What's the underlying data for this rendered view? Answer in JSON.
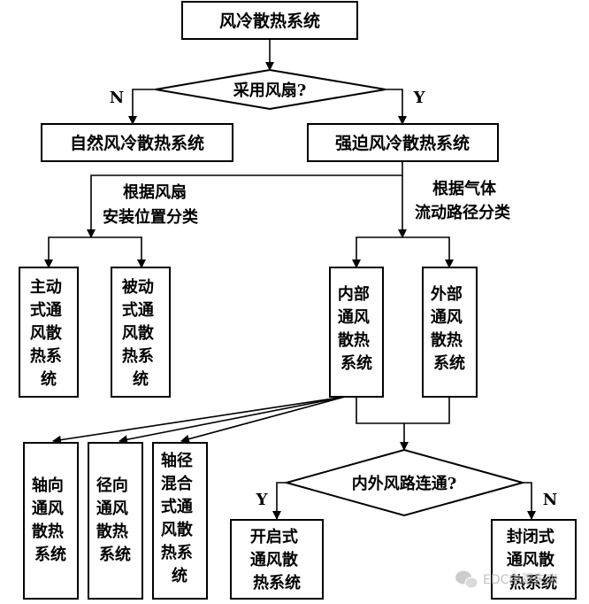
{
  "diagram": {
    "nodes": {
      "root": "风冷散热系统",
      "q_fan": "采用风扇?",
      "natural": "自然风冷散热系统",
      "forced": "强迫风冷散热系统",
      "active": [
        "主动",
        "式通",
        "风散",
        "热系",
        "统"
      ],
      "passive": [
        "被动",
        "式通",
        "风散",
        "热系",
        "统"
      ],
      "internal": [
        "内部",
        "通风",
        "散热",
        "系统"
      ],
      "external": [
        "外部",
        "通风",
        "散热",
        "系统"
      ],
      "axial": [
        "轴向",
        "通风",
        "散热",
        "系统"
      ],
      "radial": [
        "径向",
        "通风",
        "散热",
        "系统"
      ],
      "mixed": [
        "轴径",
        "混合",
        "式通",
        "风散",
        "热系",
        "统"
      ],
      "q_connect": "内外风路连通?",
      "open": [
        "开启式",
        "通风散",
        "热系统"
      ],
      "closed": [
        "封闭式",
        "通风散",
        "热系统"
      ]
    },
    "edge_labels": {
      "n_left": "N",
      "y_right": "Y",
      "by_install": [
        "根据风扇",
        "安装位置分类"
      ],
      "by_airflow": [
        "根据气体",
        "流动路径分类"
      ],
      "y_open": "Y",
      "n_closed": "N"
    }
  },
  "watermark": {
    "icon": "wechat-icon",
    "text": "EDC电驱未来"
  }
}
